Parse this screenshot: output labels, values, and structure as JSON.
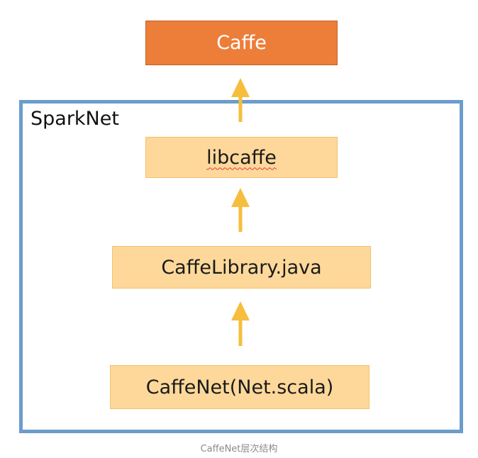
{
  "diagram": {
    "top_box": "Caffe",
    "container_label": "SparkNet",
    "layers": [
      "libcaffe",
      "CaffeLibrary.java",
      "CaffeNet(Net.scala)"
    ],
    "colors": {
      "top_box_fill": "#ec7e3a",
      "layer_fill": "#fdd89a",
      "container_border": "#6b9dcb",
      "arrow": "#f6be3c"
    }
  },
  "caption": "CaffeNet层次结构"
}
